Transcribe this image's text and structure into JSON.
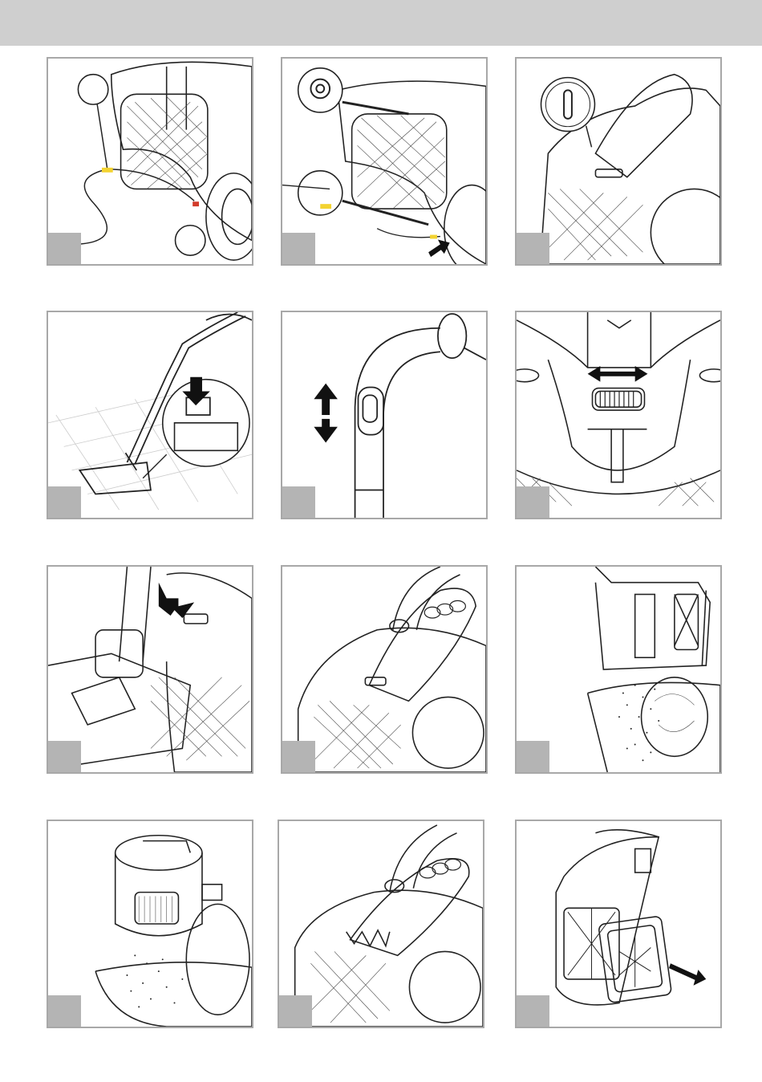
{
  "header": {
    "color": "#cfcfcf"
  },
  "panels": [
    {
      "id": 1,
      "scene": "cord-rewind-plug-and-cable"
    },
    {
      "id": 2,
      "scene": "cord-rewind-button-pressed"
    },
    {
      "id": 3,
      "scene": "power-switch-on-top"
    },
    {
      "id": 4,
      "scene": "upright-tube-with-floor-brush"
    },
    {
      "id": 5,
      "scene": "hose-handle-slider-adjust"
    },
    {
      "id": 6,
      "scene": "suction-power-dial"
    },
    {
      "id": 7,
      "scene": "parking-the-tube"
    },
    {
      "id": 8,
      "scene": "pressing-dust-container-release"
    },
    {
      "id": 9,
      "scene": "emptying-dust-container"
    },
    {
      "id": 10,
      "scene": "emptying-dust-container-lid-open"
    },
    {
      "id": 11,
      "scene": "reinserting-dust-container"
    },
    {
      "id": 12,
      "scene": "removing-filter"
    }
  ],
  "colors": {
    "panel_border": "#a8a8a8",
    "number_tab": "#b4b4b4",
    "line": "#222222",
    "accent_yellow": "#f3d331",
    "accent_red": "#d23b2b"
  }
}
